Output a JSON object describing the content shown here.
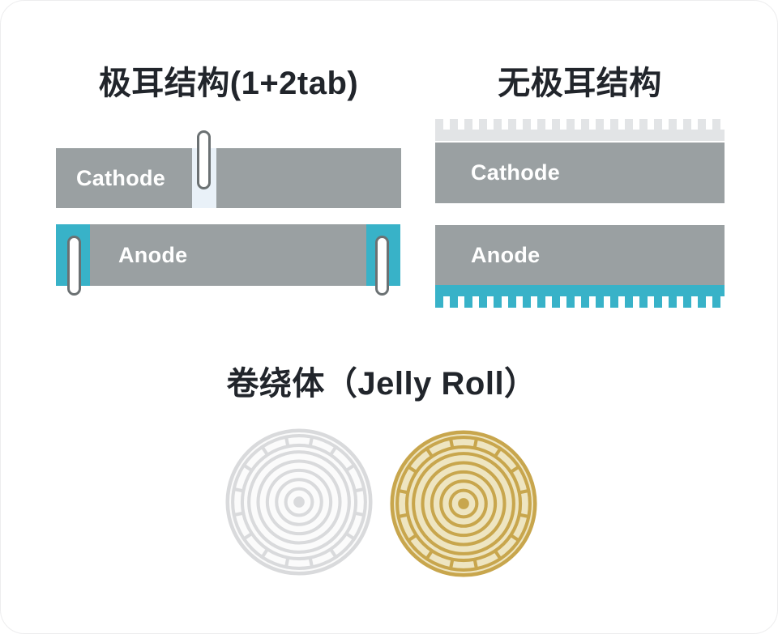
{
  "colors": {
    "title_text": "#21252b",
    "label_text": "#ffffff",
    "electrode_gray": "#9aa0a2",
    "anode_teal": "#38b2c8",
    "cathode_slot_blue": "#e9f1f8",
    "serration_gray": "#e2e4e6",
    "pill_border": "#6b7173",
    "pill_fill": "#ffffff"
  },
  "panels": {
    "tab_structure": {
      "title": "极耳结构(1+2tab)",
      "cathode_label": "Cathode",
      "anode_label": "Anode"
    },
    "tabless_structure": {
      "title": "无极耳结构",
      "cathode_label": "Cathode",
      "anode_label": "Anode"
    },
    "jelly_roll": {
      "title": "卷绕体（Jelly Roll）",
      "icons": [
        {
          "name": "jellyroll-gray-icon",
          "stroke": "#d9dadc",
          "fill": "#fbfbfb"
        },
        {
          "name": "jellyroll-gold-icon",
          "stroke": "#c8a64d",
          "fill": "#eee5c1"
        }
      ]
    }
  }
}
